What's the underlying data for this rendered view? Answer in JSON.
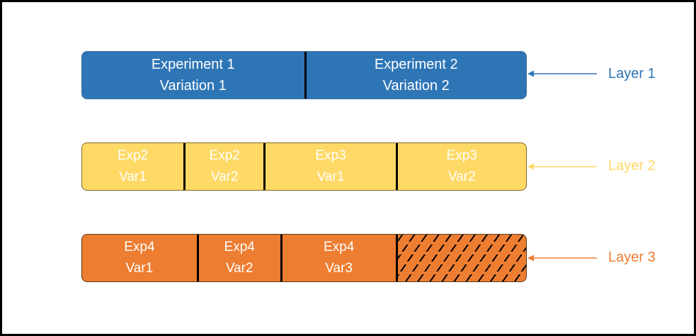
{
  "colors": {
    "layer1": "#2e75b6",
    "layer2": "#ffd966",
    "layer3": "#ed7d31"
  },
  "layers": [
    {
      "label": "Layer 1",
      "segments": [
        {
          "line1": "Experiment 1",
          "line2": "Variation 1",
          "share": 0.5
        },
        {
          "line1": "Experiment 2",
          "line2": "Variation 2",
          "share": 0.5
        }
      ]
    },
    {
      "label": "Layer 2",
      "segments": [
        {
          "line1": "Exp2",
          "line2": "Var1",
          "share": 0.228
        },
        {
          "line1": "Exp2",
          "line2": "Var2",
          "share": 0.181
        },
        {
          "line1": "Exp3",
          "line2": "Var1",
          "share": 0.297
        },
        {
          "line1": "Exp3",
          "line2": "Var2",
          "share": 0.294
        }
      ]
    },
    {
      "label": "Layer 3",
      "segments": [
        {
          "line1": "Exp4",
          "line2": "Var1",
          "share": 0.258
        },
        {
          "line1": "Exp4",
          "line2": "Var2",
          "share": 0.188
        },
        {
          "line1": "Exp4",
          "line2": "Var3",
          "share": 0.26
        },
        {
          "line1": "",
          "line2": "",
          "share": 0.294,
          "unallocated": true
        }
      ]
    }
  ]
}
